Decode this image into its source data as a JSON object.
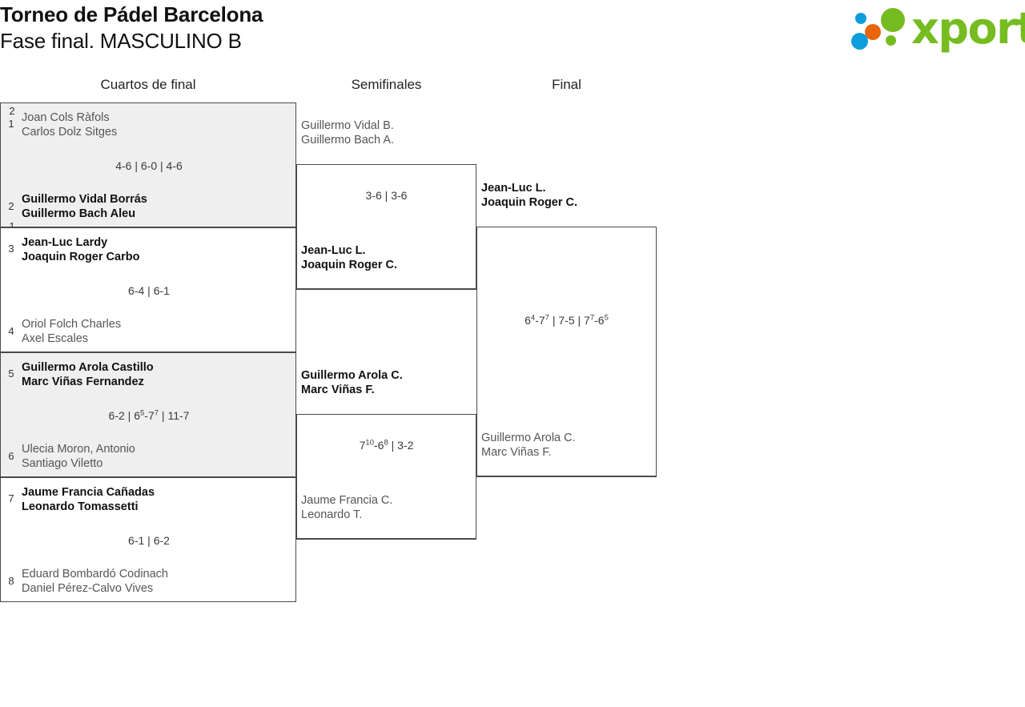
{
  "header": {
    "title_line1": "Torneo de Pádel Barcelona",
    "title_line2": "Fase final. MASCULINO B",
    "logo_word": "xporty",
    "logo_colors": {
      "green": "#76bc21",
      "blue": "#0d9ddb",
      "orange": "#e8650d"
    }
  },
  "rounds": [
    {
      "id": "quarterfinals",
      "label": "Cuartos de final"
    },
    {
      "id": "semifinals",
      "label": "Semifinales"
    },
    {
      "id": "final",
      "label": "Final"
    }
  ],
  "quarterfinals": [
    {
      "score": "4-6 | 6-0 | 4-6",
      "top": {
        "seed": "1",
        "p1": "Joan Cols Ràfols",
        "p2": "Carlos Dolz Sitges",
        "winner": false
      },
      "bottom": {
        "seed": "2",
        "p1": "Guillermo Vidal Borrás",
        "p2": "Guillermo Bach Aleu",
        "winner": true
      }
    },
    {
      "score": "6-4 | 6-1",
      "top": {
        "seed": "3",
        "p1": "Jean-Luc Lardy",
        "p2": "Joaquin Roger Carbo",
        "winner": true
      },
      "bottom": {
        "seed": "4",
        "p1": "Oriol Folch Charles",
        "p2": "Axel Escales",
        "winner": false
      }
    },
    {
      "score": "6-2 | 6{5}-7{7} | 11-7",
      "top": {
        "seed": "5",
        "p1": "Guillermo Arola Castillo",
        "p2": "Marc Viñas Fernandez",
        "winner": true
      },
      "bottom": {
        "seed": "6",
        "p1": "Ulecia Moron, Antonio",
        "p2": "Santiago Viletto",
        "winner": false
      }
    },
    {
      "score": "6-1 | 6-2",
      "top": {
        "seed": "7",
        "p1": "Jaume Francia Cañadas",
        "p2": "Leonardo Tomassetti",
        "winner": true
      },
      "bottom": {
        "seed": "8",
        "p1": "Eduard Bombardó Codinach",
        "p2": "Daniel Pérez-Calvo Vives",
        "winner": false
      }
    }
  ],
  "semifinals": [
    {
      "score": "3-6 | 3-6",
      "top": {
        "p1": "Guillermo Vidal B.",
        "p2": "Guillermo Bach A.",
        "winner": false
      },
      "bottom": {
        "p1": "Jean-Luc L.",
        "p2": "Joaquin Roger C.",
        "winner": true
      }
    },
    {
      "score": "7{10}-6{8} | 3-2",
      "top": {
        "p1": "Guillermo Arola C.",
        "p2": "Marc Viñas F.",
        "winner": true
      },
      "bottom": {
        "p1": "Jaume Francia C.",
        "p2": "Leonardo T.",
        "winner": false
      }
    }
  ],
  "final": {
    "score": "6{4}-7{7} | 7-5 | 7{7}-6{5}",
    "top": {
      "p1": "Jean-Luc L.",
      "p2": "Joaquin Roger C.",
      "winner": true
    },
    "bottom": {
      "p1": "Guillermo Arola C.",
      "p2": "Marc Viñas F.",
      "winner": false
    }
  }
}
